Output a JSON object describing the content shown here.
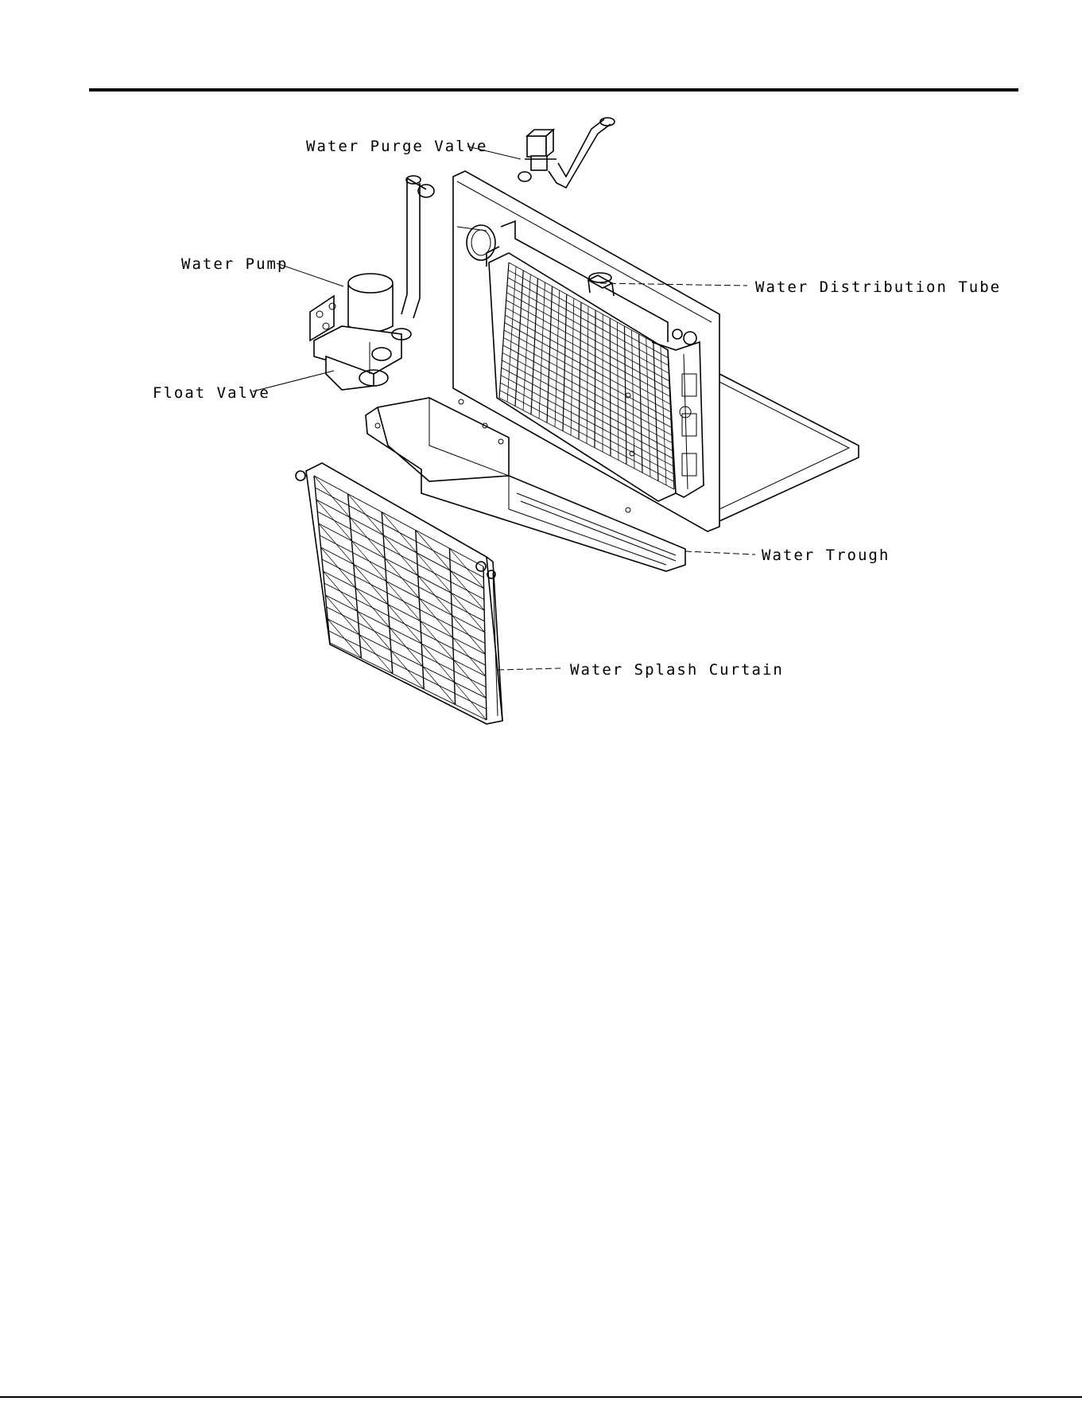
{
  "labels": {
    "water_purge_valve": "Water Purge Valve",
    "water_pump": "Water Pump",
    "float_valve": "Float Valve",
    "water_distribution_tube": "Water Distribution Tube",
    "water_trough": "Water Trough",
    "water_splash_curtain": "Water Splash Curtain"
  }
}
